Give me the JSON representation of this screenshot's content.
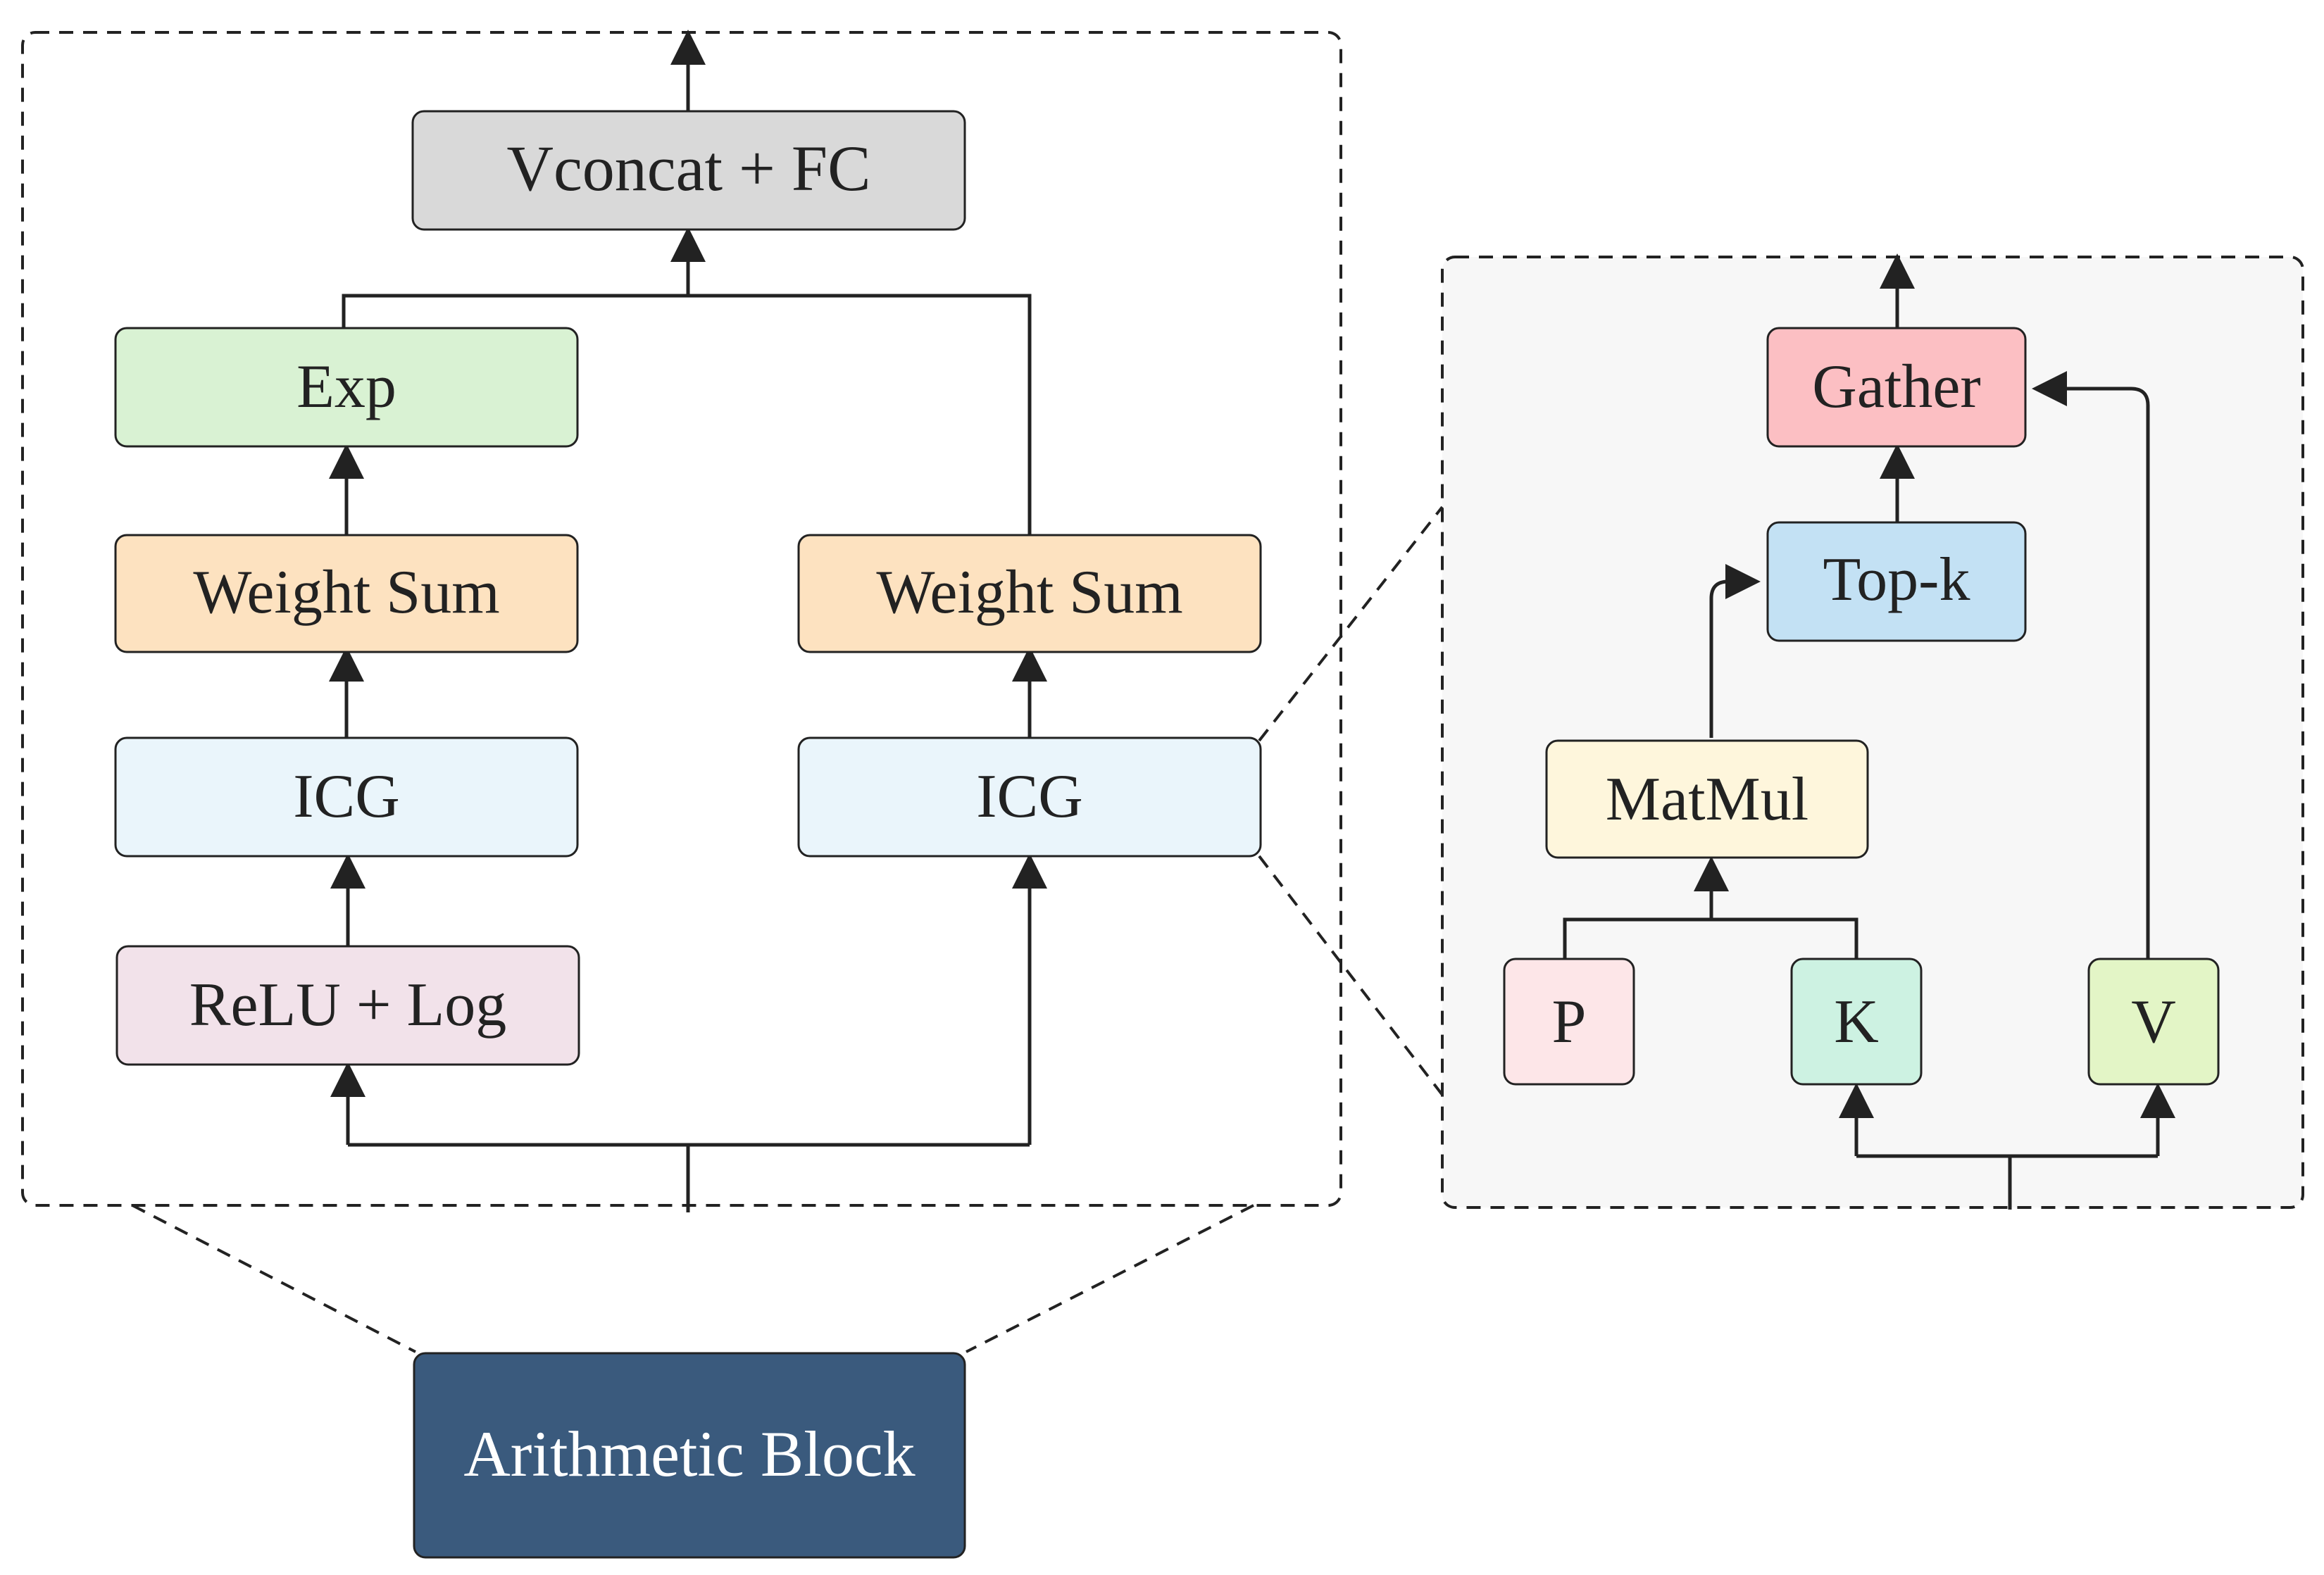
{
  "main_block": {
    "top_label": "Vconcat + FC",
    "left_branch": {
      "exp_label": "Exp",
      "weight_sum_label": "Weight Sum",
      "icg_label": "ICG",
      "relu_log_label": "ReLU + Log"
    },
    "right_branch": {
      "weight_sum_label": "Weight Sum",
      "icg_label": "ICG"
    }
  },
  "icg_detail": {
    "gather_label": "Gather",
    "topk_label": "Top-k",
    "matmul_label": "MatMul",
    "p_label": "P",
    "k_label": "K",
    "v_label": "V"
  },
  "arithmetic_block": {
    "label": "Arithmetic Block"
  },
  "colors": {
    "vconcat_fill": "#d9d9d9",
    "exp_fill": "#d9f2d3",
    "weight_sum_fill": "#fde2c0",
    "icg_fill": "#eaf5fb",
    "relu_log_fill": "#f2e2ea",
    "gather_fill": "#fcbfc3",
    "topk_fill": "#c3e1f4",
    "matmul_fill": "#fef6dc",
    "p_fill": "#fde6e8",
    "k_fill": "#cdf2e2",
    "v_fill": "#e3f5c6",
    "arithmetic_fill": "#3a5a7d",
    "detail_panel_fill": "#f7f7f7",
    "line_color": "#222222"
  }
}
